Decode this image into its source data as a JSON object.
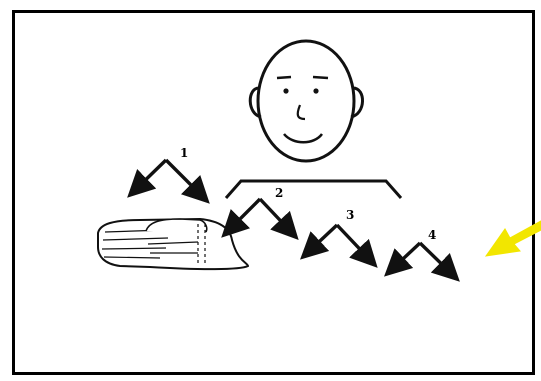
{
  "figure": {
    "labels": [
      "1",
      "2",
      "3",
      "4"
    ]
  },
  "colors": {
    "frame": "#000000",
    "line": "#111111",
    "pointer": "#f2e600"
  },
  "icons": {
    "face": "face-icon",
    "hands": "flat-hands-icon",
    "pointer": "arrow-pointer-icon"
  }
}
